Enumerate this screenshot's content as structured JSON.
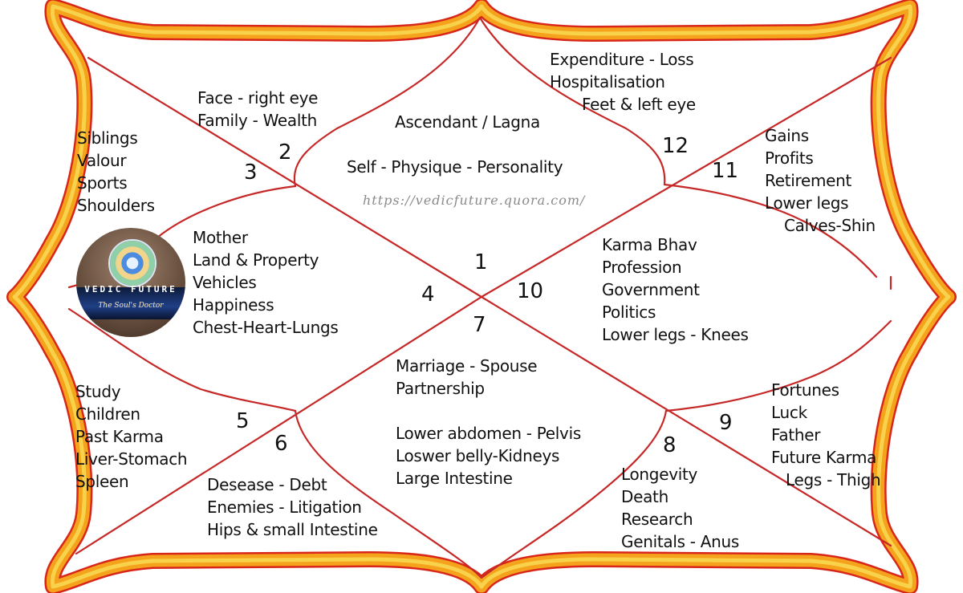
{
  "url": "https://vedicfuture.quora.com/",
  "logo": {
    "line1": "VEDIC FUTURE",
    "line2": "The Soul's Doctor"
  },
  "colors": {
    "frame_outer": "#d8261b",
    "frame_fill": "#f5a21c",
    "frame_inner": "#f8d24a",
    "lines": "#c62828",
    "text": "#111111"
  },
  "houses": [
    {
      "number": "1",
      "lines": [
        "Ascendant / Lagna",
        "",
        "Self - Physique - Personality"
      ]
    },
    {
      "number": "2",
      "lines": [
        "Face - right eye",
        "Family -  Wealth"
      ]
    },
    {
      "number": "3",
      "lines": [
        "Siblings",
        "Valour",
        "Sports",
        "Shoulders"
      ]
    },
    {
      "number": "4",
      "lines": [
        "Mother",
        "Land & Property",
        "Vehicles",
        "Happiness",
        "Chest-Heart-Lungs"
      ]
    },
    {
      "number": "5",
      "lines": [
        "Study",
        "Children",
        "Past Karma",
        "Liver-Stomach",
        "Spleen"
      ]
    },
    {
      "number": "6",
      "lines": [
        "Desease - Debt",
        "Enemies - Litigation",
        "Hips & small Intestine"
      ]
    },
    {
      "number": "7",
      "lines": [
        "Marriage - Spouse",
        "Partnership",
        "",
        "Lower abdomen - Pelvis",
        "Loswer belly-Kidneys",
        "Large Intestine"
      ]
    },
    {
      "number": "8",
      "lines": [
        "Longevity",
        "Death",
        "Research",
        "Genitals - Anus"
      ]
    },
    {
      "number": "9",
      "lines": [
        "Fortunes",
        "Luck",
        "Father",
        "Future Karma",
        "  Legs - Thigh"
      ]
    },
    {
      "number": "10",
      "lines": [
        "Karma Bhav",
        "Profession",
        "Government",
        "Politics",
        "Lower legs - Knees"
      ]
    },
    {
      "number": "11",
      "lines": [
        "Gains",
        "Profits",
        "Retirement",
        "Lower legs",
        "     Calves-Shin"
      ]
    },
    {
      "number": "12",
      "lines": [
        "Expenditure - Loss",
        "Hospitalisation",
        "          Feet & left eye"
      ]
    }
  ]
}
